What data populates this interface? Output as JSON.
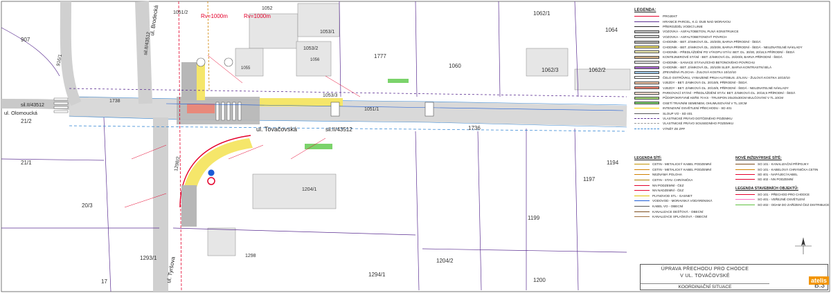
{
  "colors": {
    "project": "#e4002b",
    "parcel": "#5a2d91",
    "asphalt": "#c9c9c9",
    "paving_grey": "#b7b7b7",
    "paving_yellow": "#f5e66a",
    "paving_red": "#f08070",
    "greenery": "#7bd36b",
    "curb": "#8a5a00",
    "dashed": "#3a8ad6",
    "bg": "#ffffff"
  },
  "parcels": [
    {
      "id": "p907",
      "label": "907"
    },
    {
      "id": "p1051_2",
      "label": "1051/2"
    },
    {
      "id": "p1052",
      "label": "1052"
    },
    {
      "id": "p1053_1",
      "label": "1053/1"
    },
    {
      "id": "p1053_2",
      "label": "1053/2"
    },
    {
      "id": "p1055",
      "label": "1055"
    },
    {
      "id": "p1056",
      "label": "1056"
    },
    {
      "id": "p1777",
      "label": "1777"
    },
    {
      "id": "p1060",
      "label": "1060"
    },
    {
      "id": "p1062_1",
      "label": "1062/1"
    },
    {
      "id": "p1062_3",
      "label": "1062/3"
    },
    {
      "id": "p1062_2",
      "label": "1062/2"
    },
    {
      "id": "p1064",
      "label": "1064"
    },
    {
      "id": "p1051_1",
      "label": "1051/1"
    },
    {
      "id": "p1053_3",
      "label": "1053/3"
    },
    {
      "id": "p1736",
      "label": "1736"
    },
    {
      "id": "p1738",
      "label": "1738"
    },
    {
      "id": "p21_2",
      "label": "21/2"
    },
    {
      "id": "p21_1",
      "label": "21/1"
    },
    {
      "id": "p20_3",
      "label": "20/3"
    },
    {
      "id": "p1298_2",
      "label": "1298/2"
    },
    {
      "id": "p1298",
      "label": "1298"
    },
    {
      "id": "p1204_1",
      "label": "1204/1"
    },
    {
      "id": "p1204_2",
      "label": "1204/2"
    },
    {
      "id": "p1199",
      "label": "1199"
    },
    {
      "id": "p1197",
      "label": "1197"
    },
    {
      "id": "p1194",
      "label": "1194"
    },
    {
      "id": "p1200",
      "label": "1200"
    },
    {
      "id": "p1293_1",
      "label": "1293/1"
    },
    {
      "id": "p1294_1",
      "label": "1294/1"
    },
    {
      "id": "p17",
      "label": "17"
    },
    {
      "id": "p916_1",
      "label": "916/1"
    }
  ],
  "streets": {
    "brodecka": "ul. Brodecká",
    "olomoucka": "ul. Olomoucká",
    "tovacovska": "ul. Tovačovská",
    "tyrsova": "ul. Tyršova",
    "road_435_12_left": "sil.II/43512",
    "road_435_12_mid": "sil.II/43512",
    "road_435_12_right": "sil.II/43512"
  },
  "annotations": {
    "rv1": "Rv=1000m",
    "rv2": "Rv=1000m"
  },
  "legend": {
    "title": "LEGENDA:",
    "items": [
      {
        "key": "l1",
        "label": "PROJEKT",
        "style": "line",
        "color": "#e4002b"
      },
      {
        "key": "l2",
        "label": "HRANICE PARCEL, K.Ú. DUB NAD MORAVOU",
        "style": "line",
        "color": "#5a2d91"
      },
      {
        "key": "l3",
        "label": "PŘEROZDĚL VODICÍ LINIE",
        "style": "line",
        "color": "#222222"
      },
      {
        "key": "l4",
        "label": "VOZOVKA - ASFALTOBETON, PLNÁ KONSTRUKCE",
        "style": "box",
        "color": "#c9c9c9"
      },
      {
        "key": "l5",
        "label": "VOZOVKA - ASFALTOBETONOVÝ POVRCH",
        "style": "box",
        "color": "#e0e0e0"
      },
      {
        "key": "l6",
        "label": "CHODNÍK - BET. ZÁMKOVÁ DL. 20/20/8, BARVA PŘÍRODNÍ - ŠEDÁ",
        "style": "box",
        "color": "#b7b7b7"
      },
      {
        "key": "l7",
        "label": "CHODNÍK - BET. ZÁMKOVÁ DL. 20/20/8, BARVA PŘÍRODNÍ - ŠEDÁ - NEUZNATELNÉ NÁKLADY",
        "style": "box",
        "color": "#f5e66a"
      },
      {
        "key": "l8",
        "label": "CHODNÍK - PŘEDLÁŽDĚNÍ PO VÝKOPU STÁV. BET. DL. 30/30, 20/16,5 PŘÍRODNÍ - ŠEDÁ",
        "style": "box",
        "color": "#f8f4b8"
      },
      {
        "key": "l9",
        "label": "KONTEJNEROVÉ STÁNÍ - BET. ZÁMKOVÁ DL. 20/20/8, BARVA PŘÍRODNÍ - ŠEDÁ",
        "style": "box",
        "color": "#d7b48a"
      },
      {
        "key": "l10",
        "label": "CHODNÍK - SANACE STÁVAJÍCÍHO BETONOVÉHO POVRCHU",
        "style": "box",
        "color": "#eeeeee"
      },
      {
        "key": "l11",
        "label": "CHODNÍK - BET. ZÁMKOVÁ DL. 20/10/8 SLEP., BARVA KONTRASTNÍ BÍLÁ",
        "style": "box",
        "color": "#b06ad6"
      },
      {
        "key": "l12",
        "label": "ZPEVNĚNÁ PLOCHA - ŽULOVÁ KOSTKA 10/10/10",
        "style": "box",
        "color": "#9ec7e8"
      },
      {
        "key": "l13",
        "label": "ČELO OSTRŮVKU, VYBAZENÉ PRUH AUTOBUS. ZÁLIVU - ŽULOVÁ KOSTKA 10/10/10",
        "style": "box",
        "color": "#ffffff"
      },
      {
        "key": "l14",
        "label": "VJEZDY - BET. ZÁMKOVÁ DL. 20/10/8, PŘÍRODNÍ - ŠEDÁ",
        "style": "box",
        "color": "#f6c8a8"
      },
      {
        "key": "l15",
        "label": "VJEZDY - BET. ZÁMKOVÁ DL. 20/10/8, PŘÍRODNÍ - ŠEDÁ - NEUZNATELNÉ NÁKLADY",
        "style": "box",
        "color": "#f08070"
      },
      {
        "key": "l16",
        "label": "PARKOVACÍ STÁNÍ - PŘEDLÁŽDĚNÍ STÁV. BET. ZÁMKOVÁ DL. 20/16,5 PŘÍRODNÍ - ŠEDÁ",
        "style": "box",
        "color": "#fbe3d6"
      },
      {
        "key": "l17",
        "label": "PŮDOPOKRYVNÉ KEŘE 70 KS - TRUSPON 20x20x30CM MULČOVÁNÍ V TL.10CM",
        "style": "box",
        "color": "#a8e07a"
      },
      {
        "key": "l18",
        "label": "OSETÍ TRAVNÍM SEMENEM, OHUMUSOVÁNÍ V TL.10CM",
        "style": "box",
        "color": "#7bd36b"
      },
      {
        "key": "l19",
        "label": "INTENZIVNÍ OSVĚTLENÍ PŘECHODU - SD 401",
        "style": "line",
        "color": "#ffd000"
      },
      {
        "key": "l20",
        "label": "SLOUP VO - SD 401",
        "style": "line",
        "color": "#555555"
      },
      {
        "key": "l21",
        "label": "VLASTNICKÉ PRÁVO DOTČENÉHO POZEMKU",
        "style": "dash",
        "color": "#5a2d91"
      },
      {
        "key": "l22",
        "label": "VLASTNICKÉ PRÁVO SOUSEDNÍHO POZEMKU",
        "style": "dash",
        "color": "#999999"
      },
      {
        "key": "l23",
        "label": "VÝNĚT ZE ZPF",
        "style": "dash",
        "color": "#3a8ad6"
      }
    ]
  },
  "network_legend": {
    "title": "LEGENDA SÍTÍ:",
    "items": [
      {
        "key": "n1",
        "label": "CETIN - METALICKÝ KABEL PODZEMNÍ",
        "color": "#c09000"
      },
      {
        "key": "n2",
        "label": "CETIN - METALICKÝ KABEL PODZEMNÍ",
        "color": "#d08000"
      },
      {
        "key": "n3",
        "label": "NEZNÁMÁ POLOHA",
        "color": "#d08000"
      },
      {
        "key": "n4",
        "label": "CETIN - STAV. CHRÁNIČKA",
        "color": "#b08000"
      },
      {
        "key": "n5",
        "label": "NN PODZEMNÍ - ČEZ",
        "color": "#e4002b"
      },
      {
        "key": "n6",
        "label": "NN NADZEMNÍ - ČEZ",
        "color": "#e4002b"
      },
      {
        "key": "n7",
        "label": "PLYNOVOD STL - GASNET",
        "color": "#e0c000"
      },
      {
        "key": "n8",
        "label": "VODOVOD - MORAVSKÁ VODÁRENSKÁ",
        "color": "#1a5ad6"
      },
      {
        "key": "n9",
        "label": "KABEL VO - OBECNÍ",
        "color": "#555555"
      },
      {
        "key": "n10",
        "label": "KANALIZACE DEŠŤOVÁ - OBECNÍ",
        "color": "#7a4a1a"
      },
      {
        "key": "n11",
        "label": "KANALIZACE SPLAŠKOVÁ - OBECNÍ",
        "color": "#a07040"
      }
    ]
  },
  "engineering_legend": {
    "title": "NOVÉ INŽENÝRSKÉ SÍTĚ:",
    "items": [
      {
        "key": "e1",
        "label": "SO 101 - KANALIZAČNÍ PŘÍPOJKY",
        "color": "#7a4a1a"
      },
      {
        "key": "e2",
        "label": "SO 101 - KABELOVÁ CHRÁNIČKA CETIN",
        "color": "#d08000"
      },
      {
        "key": "e3",
        "label": "SD 401 - NAPÁJECÍ KABEL",
        "color": "#e4002b"
      },
      {
        "key": "e4",
        "label": "SD 402 - NN PODZEMNÍ",
        "color": "#e4002b"
      }
    ]
  },
  "objects_legend": {
    "title": "LEGENDA STAVEBNÍCH OBJEKTŮ:",
    "items": [
      {
        "key": "o1",
        "label": "SO 101 - PŘECHOD PRO CHODCE",
        "color": "#e4002b"
      },
      {
        "key": "o2",
        "label": "SO 401 - VEŘEJNÉ OSVĚTLENÍ",
        "color": "#ff70c0"
      },
      {
        "key": "o3",
        "label": "SO 402 - ODAM DO ZAŘÍZENÍ ČEZ DISTRIBUCE",
        "color": "#60c040"
      }
    ]
  },
  "title_block": {
    "title": "ÚPRAVA PŘECHODU PRO CHODCE",
    "subtitle": "V UL. TOVAČOVSKÉ",
    "drawing_name": "KOORDINAČNÍ SITUACE",
    "drawing_number": "B.3",
    "company": "atelis"
  }
}
